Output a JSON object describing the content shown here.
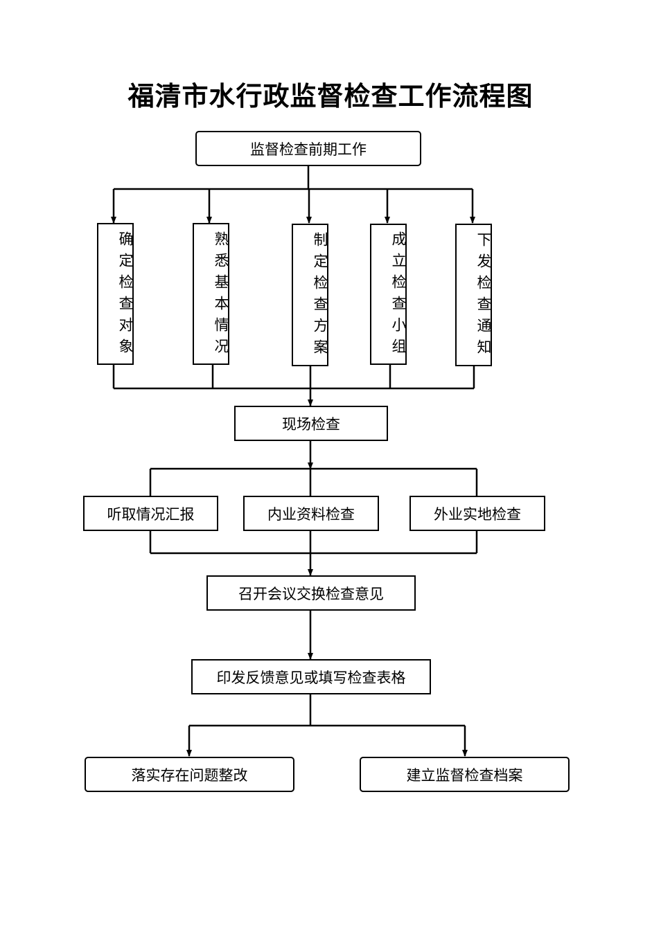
{
  "title": "福清市水行政监督检查工作流程图",
  "stages": {
    "prep": "监督检查前期工作",
    "prep_tasks": [
      "确定检查对象",
      "熟悉基本情况",
      "制定检查方案",
      "成立检查小组",
      "下发检查通知"
    ],
    "onsite": "现场检查",
    "onsite_tasks": [
      "听取情况汇报",
      "内业资料检查",
      "外业实地检查"
    ],
    "meeting": "召开会议交换检查意见",
    "feedback": "印发反馈意见或填写检查表格",
    "outcomes": [
      "落实存在问题整改",
      "建立监督检查档案"
    ]
  }
}
